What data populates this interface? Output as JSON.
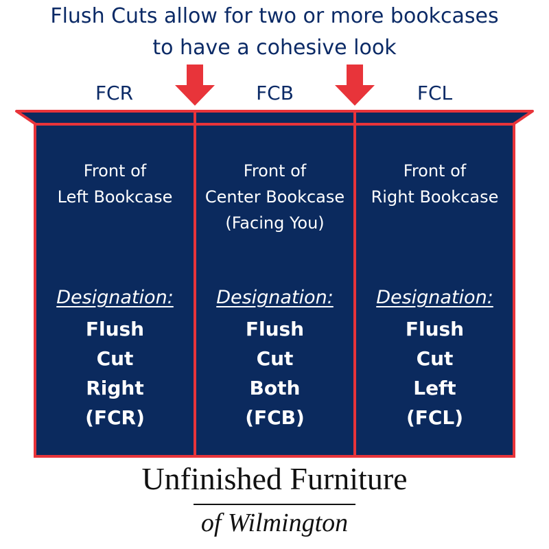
{
  "header": {
    "line1": "Flush Cuts allow for two or more bookcases",
    "line2": "to have a cohesive look"
  },
  "colors": {
    "navy": "#0b2a5e",
    "red": "#e8343a",
    "text_navy": "#0b2a66",
    "white": "#ffffff"
  },
  "codes": [
    "FCR",
    "FCB",
    "FCL"
  ],
  "panels": [
    {
      "front_lines": [
        "Front of",
        "Left Bookcase"
      ],
      "designation_label": "Designation:",
      "designation_lines": [
        "Flush",
        "Cut",
        "Right",
        "(FCR)"
      ]
    },
    {
      "front_lines": [
        "Front of",
        "Center Bookcase",
        "(Facing You)"
      ],
      "designation_label": "Designation:",
      "designation_lines": [
        "Flush",
        "Cut",
        "Both",
        "(FCB)"
      ]
    },
    {
      "front_lines": [
        "Front of",
        "Right Bookcase"
      ],
      "designation_label": "Designation:",
      "designation_lines": [
        "Flush",
        "Cut",
        "Left",
        "(FCL)"
      ]
    }
  ],
  "brand": {
    "name": "Unfinished Furniture",
    "location": "of Wilmington"
  }
}
